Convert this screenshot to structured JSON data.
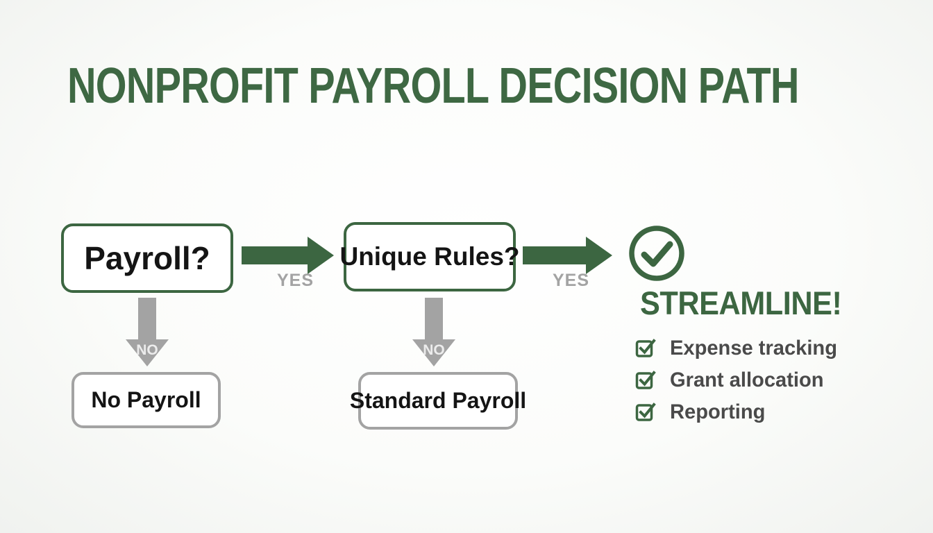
{
  "title": "NONPROFIT PAYROLL DECISION PATH",
  "flow": {
    "question1": "Payroll?",
    "yes_label_1": "YES",
    "no_label_1": "NO",
    "outcome_no_1": "No Payroll",
    "question2": "Unique Rules?",
    "yes_label_2": "YES",
    "no_label_2": "NO",
    "outcome_no_2": "Standard Payroll"
  },
  "result": {
    "heading": "STREAMLINE!",
    "checklist": [
      "Expense tracking",
      "Grant allocation",
      "Reporting"
    ]
  },
  "icons": {
    "success": "check-circle-icon",
    "checklist_item": "checkbox-checked-icon",
    "yes_arrow": "arrow-right-icon",
    "no_arrow": "arrow-down-icon"
  },
  "colors": {
    "brand_green": "#3c6641",
    "arrow_gray": "#a3a3a3",
    "box_text": "#141414",
    "checklist_text": "#4a4a4a",
    "yes_text": "#a3a3a3",
    "no_text": "#ececec",
    "background": "#f7f8f6"
  }
}
